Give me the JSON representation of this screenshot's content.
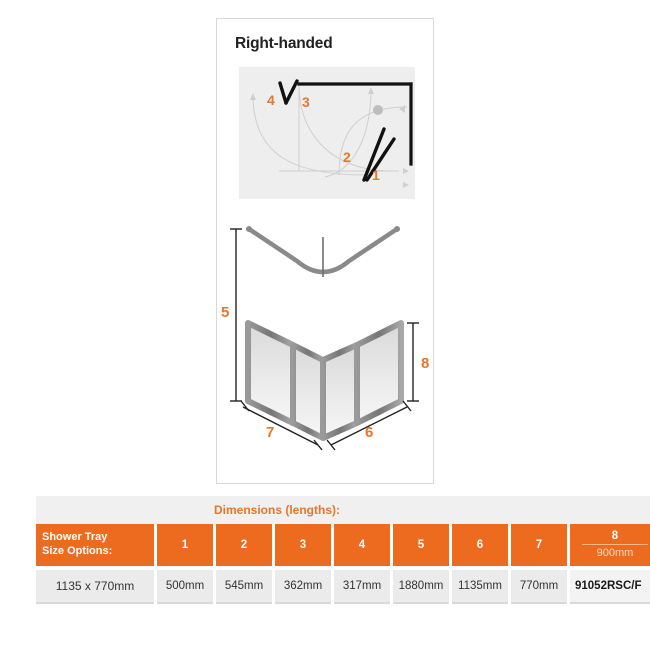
{
  "diagram": {
    "title": "Right-handed",
    "plan_view": {
      "name": "plan-view-door-configuration",
      "labels": [
        "1",
        "2",
        "3",
        "4"
      ]
    },
    "elevation_view": {
      "name": "elevation-view-shower-enclosure",
      "labels": [
        "5",
        "6",
        "7",
        "8"
      ]
    }
  },
  "table": {
    "caption": "Dimensions (lengths):",
    "headers": {
      "first": "Shower Tray\nSize Options:",
      "first_line1": "Shower Tray",
      "first_line2": "Size Options:",
      "numbers": [
        "1",
        "2",
        "3",
        "4",
        "5",
        "6",
        "7"
      ],
      "last_number": "8",
      "last_sub": "900mm"
    },
    "rows": [
      {
        "size": "1135 x 770mm",
        "values": [
          "500mm",
          "545mm",
          "362mm",
          "317mm",
          "1880mm",
          "1135mm",
          "770mm"
        ],
        "code": "91052RSC/F"
      }
    ]
  },
  "colors": {
    "orange": "#ed6b1f",
    "orange_text": "#e8762a",
    "header_bg": "#f0f0f0",
    "cell_bg": "#ebebeb",
    "frame": "#d8d8d8"
  }
}
